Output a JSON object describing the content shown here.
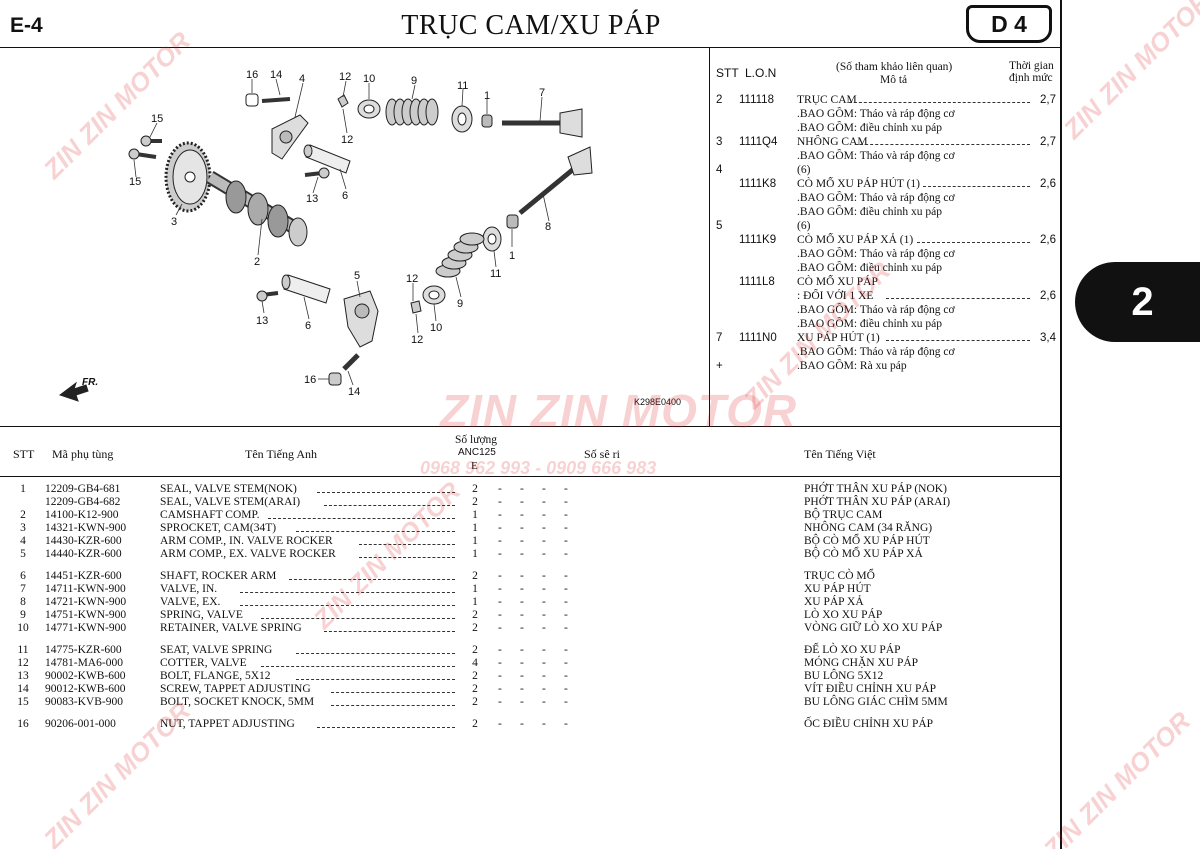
{
  "header": {
    "page_code": "E-4",
    "title": "TRỤC CAM/XU PÁP",
    "badge": "D 4",
    "diagram_code": "K298E0400"
  },
  "side_tab": "2",
  "watermark": {
    "brand": "ZIN ZIN MOTOR",
    "phone": "0968 962 993 - 0909 666 983"
  },
  "diagram": {
    "labels": [
      "16",
      "14",
      "4",
      "12",
      "10",
      "9",
      "11",
      "1",
      "7",
      "15",
      "15",
      "12",
      "6",
      "13",
      "3",
      "2",
      "8",
      "5",
      "1",
      "11",
      "12",
      "9",
      "13",
      "6",
      "10",
      "12",
      "16",
      "14"
    ],
    "fr_label": "FR."
  },
  "ref_table": {
    "headers": {
      "stt": "STT",
      "lon": "L.O.N",
      "desc1": "(Số tham khảo liên quan)",
      "desc2": "Mô tả",
      "time1": "Thời gian",
      "time2": "định mức"
    },
    "rows": [
      {
        "stt": "2",
        "lon": "111118",
        "desc": "TRỤC CAM",
        "time": "2,7",
        "dash": true
      },
      {
        "stt": "",
        "lon": "",
        "desc": ".BAO GỒM: Tháo và ráp động cơ",
        "time": ""
      },
      {
        "stt": "",
        "lon": "",
        "desc": ".BAO GỒM: điều chỉnh xu páp",
        "time": ""
      },
      {
        "stt": "3",
        "lon": "1111Q4",
        "desc": "NHÔNG CAM",
        "time": "2,7",
        "dash": true
      },
      {
        "stt": "",
        "lon": "",
        "desc": ".BAO GỒM: Tháo và ráp động cơ",
        "time": ""
      },
      {
        "stt": "4",
        "lon": "",
        "desc": "(6)",
        "time": ""
      },
      {
        "stt": "",
        "lon": "1111K8",
        "desc": "CÒ MỔ XU PÁP HÚT (1)",
        "time": "2,6",
        "dash": true
      },
      {
        "stt": "",
        "lon": "",
        "desc": ".BAO GỒM: Tháo và ráp động cơ",
        "time": ""
      },
      {
        "stt": "",
        "lon": "",
        "desc": ".BAO GỒM: điều chỉnh xu páp",
        "time": ""
      },
      {
        "stt": "5",
        "lon": "",
        "desc": "(6)",
        "time": ""
      },
      {
        "stt": "",
        "lon": "1111K9",
        "desc": "CÒ MỔ XU PÁP XẢ (1)",
        "time": "2,6",
        "dash": true
      },
      {
        "stt": "",
        "lon": "",
        "desc": ".BAO GỒM: Tháo và ráp động cơ",
        "time": ""
      },
      {
        "stt": "",
        "lon": "",
        "desc": ".BAO GỒM: điều chỉnh xu páp",
        "time": ""
      },
      {
        "stt": "",
        "lon": "1111L8",
        "desc": "CÒ MỔ XU PÁP",
        "time": ""
      },
      {
        "stt": "",
        "lon": "",
        "desc": ": ĐỐI VỚI 1 XE",
        "time": "2,6",
        "dash": true
      },
      {
        "stt": "",
        "lon": "",
        "desc": ".BAO GỒM: Tháo và ráp động cơ",
        "time": ""
      },
      {
        "stt": "",
        "lon": "",
        "desc": ".BAO GỒM: điều chỉnh xu páp",
        "time": ""
      },
      {
        "stt": "7",
        "lon": "1111N0",
        "desc": "XU PÁP HÚT (1)",
        "time": "3,4",
        "dash": true
      },
      {
        "stt": "",
        "lon": "",
        "desc": ".BAO GỒM: Tháo và ráp động cơ",
        "time": ""
      },
      {
        "stt": "+",
        "lon": "",
        "desc": ".BAO GỒM: Rà xu páp",
        "time": ""
      }
    ]
  },
  "parts_list": {
    "headers": {
      "stt": "STT",
      "part_no": "Mã phụ tùng",
      "name_en": "Tên Tiếng Anh",
      "qty": "Số lượng",
      "model": "ANC125",
      "variant": "E",
      "serial": "Số sê ri",
      "name_vn": "Tên Tiếng Việt"
    },
    "rows": [
      {
        "stt": "1",
        "part_no": "12209-GB4-681",
        "name_en": "SEAL, VALVE STEM(NOK)",
        "qty": "2",
        "name_vn": "PHỚT THÂN XU PÁP (NOK)"
      },
      {
        "stt": "",
        "part_no": "12209-GB4-682",
        "name_en": "SEAL, VALVE STEM(ARAI)",
        "qty": "2",
        "name_vn": "PHỚT THÂN XU PÁP (ARAI)"
      },
      {
        "stt": "2",
        "part_no": "14100-K12-900",
        "name_en": "CAMSHAFT COMP.",
        "qty": "1",
        "name_vn": "BỘ TRỤC CAM"
      },
      {
        "stt": "3",
        "part_no": "14321-KWN-900",
        "name_en": "SPROCKET, CAM(34T)",
        "qty": "1",
        "name_vn": "NHÔNG CAM (34 RĂNG)"
      },
      {
        "stt": "4",
        "part_no": "14430-KZR-600",
        "name_en": "ARM COMP., IN. VALVE ROCKER",
        "qty": "1",
        "name_vn": "BỘ CÒ MỔ XU PÁP HÚT"
      },
      {
        "stt": "5",
        "part_no": "14440-KZR-600",
        "name_en": "ARM COMP., EX. VALVE ROCKER",
        "qty": "1",
        "name_vn": "BỘ CÒ MỔ XU PÁP XẢ"
      },
      {
        "stt": "6",
        "part_no": "14451-KZR-600",
        "name_en": "SHAFT, ROCKER ARM",
        "qty": "2",
        "name_vn": "TRỤC CÒ MỔ",
        "gap": true
      },
      {
        "stt": "7",
        "part_no": "14711-KWN-900",
        "name_en": "VALVE, IN.",
        "qty": "1",
        "name_vn": "XU PÁP HÚT"
      },
      {
        "stt": "8",
        "part_no": "14721-KWN-900",
        "name_en": "VALVE, EX.",
        "qty": "1",
        "name_vn": "XU PÁP XẢ"
      },
      {
        "stt": "9",
        "part_no": "14751-KWN-900",
        "name_en": "SPRING, VALVE",
        "qty": "2",
        "name_vn": "LÒ XO XU PÁP"
      },
      {
        "stt": "10",
        "part_no": "14771-KWN-900",
        "name_en": "RETAINER, VALVE SPRING",
        "qty": "2",
        "name_vn": "VÒNG GIỮ LÒ XO XU PÁP"
      },
      {
        "stt": "11",
        "part_no": "14775-KZR-600",
        "name_en": "SEAT, VALVE SPRING",
        "qty": "2",
        "name_vn": "ĐẾ LÒ XO XU PÁP",
        "gap": true
      },
      {
        "stt": "12",
        "part_no": "14781-MA6-000",
        "name_en": "COTTER, VALVE",
        "qty": "4",
        "name_vn": "MÓNG CHẶN XU PÁP"
      },
      {
        "stt": "13",
        "part_no": "90002-KWB-600",
        "name_en": "BOLT, FLANGE, 5X12",
        "qty": "2",
        "name_vn": "BU LÔNG 5X12"
      },
      {
        "stt": "14",
        "part_no": "90012-KWB-600",
        "name_en": "SCREW, TAPPET ADJUSTING",
        "qty": "2",
        "name_vn": "VÍT ĐIỀU CHỈNH XU PÁP"
      },
      {
        "stt": "15",
        "part_no": "90083-KVB-900",
        "name_en": "BOLT, SOCKET KNOCK, 5MM",
        "qty": "2",
        "name_vn": "BU LÔNG GIÁC CHÌM 5MM"
      },
      {
        "stt": "16",
        "part_no": "90206-001-000",
        "name_en": "NUT, TAPPET ADJUSTING",
        "qty": "2",
        "name_vn": "ỐC ĐIỀU CHỈNH XU PÁP",
        "gap": true
      }
    ]
  }
}
